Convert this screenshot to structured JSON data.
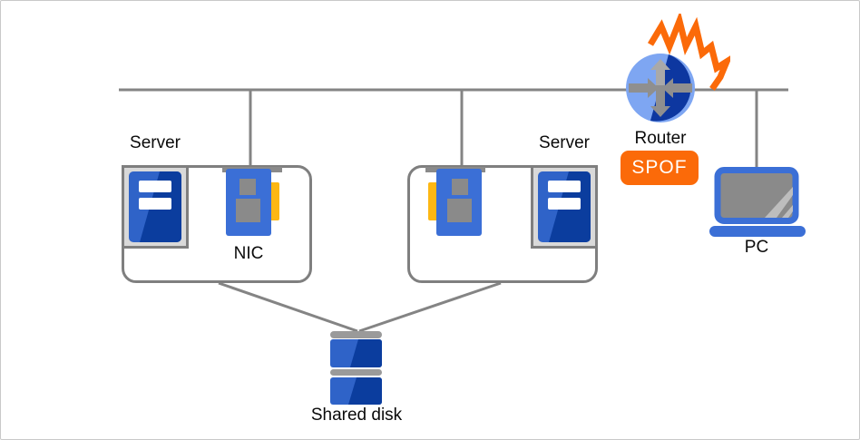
{
  "diagram": {
    "nodes": {
      "server_left": {
        "label": "Server"
      },
      "nic_left": {
        "label": "NIC"
      },
      "server_right": {
        "label": "Server"
      },
      "router": {
        "label": "Router",
        "badge": "SPOF"
      },
      "pc": {
        "label": "PC"
      },
      "shared_disk": {
        "label": "Shared disk"
      }
    },
    "icons": {
      "server": "server-tower-icon",
      "nic": "network-card-icon",
      "router": "router-arrows-icon",
      "failure": "explosion-burst-icon",
      "pc": "laptop-icon",
      "shared_disk": "stacked-disk-icon"
    },
    "colors": {
      "line_gray": "#848484",
      "box_border": "#7f7f7f",
      "frame_fill": "#d9d9d9",
      "icon_blue": "#3b6fd6",
      "icon_blue_medium": "#2f63c8",
      "icon_blue_dark": "#0b3d9e",
      "router_blue_light": "#7ea6f2",
      "router_blue_dark": "#0d37a0",
      "accent_orange": "#fb6a09",
      "nic_yellow": "#fdb713",
      "chip_gray": "#8a8a8a",
      "disk_bar_gray": "#9a9a9a",
      "screen_gray": "#8a8a8a"
    }
  }
}
